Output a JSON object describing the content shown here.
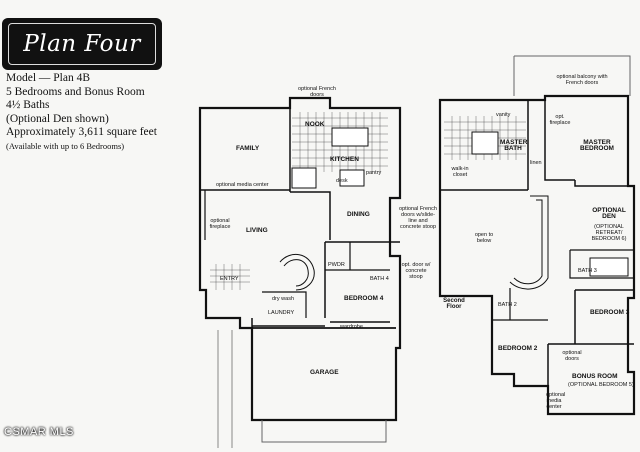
{
  "badge": {
    "title": "Plan Four"
  },
  "info": {
    "model": "Model — Plan 4B",
    "bedrooms": "5 Bedrooms and Bonus Room",
    "baths": "4½ Baths",
    "den": "(Optional Den shown)",
    "sqft": "Approximately 3,611 square feet",
    "available": "(Available with up to 6 Bedrooms)"
  },
  "first_floor": {
    "family": "FAMILY",
    "nook": "NOOK",
    "kitchen": "KITCHEN",
    "living": "LIVING",
    "dining": "DINING",
    "bedroom4": "BEDROOM 4",
    "bath4": "BATH 4",
    "garage": "GARAGE",
    "pwdr": "PWDR",
    "laundry": "LAUNDRY",
    "entry": "ENTRY",
    "pantry": "pantry",
    "desk": "desk",
    "wardrobe": "wardrobe",
    "opt_french_doors": "optional French doors",
    "opt_media_center": "optional media center",
    "opt_fireplace": "optional fireplace",
    "opt_french_doors_stoop": "optional French doors w/slide-line and concrete stoop",
    "opt_door_stoop": "opt. door w/ concrete stoop",
    "dry_wash": "dry wash"
  },
  "second_floor": {
    "label": "Second Floor",
    "master_bath": "MASTER BATH",
    "master_bedroom": "MASTER BEDROOM",
    "optional_den": "OPTIONAL DEN",
    "den_note": "(OPTIONAL RETREAT/ BEDROOM 6)",
    "open_below": "open to below",
    "walk_in_closet": "walk-in closet",
    "bedroom2": "BEDROOM 2",
    "bedroom3": "BEDROOM 3",
    "bath2": "BATH 2",
    "bath3": "BATH 3",
    "bonus_room": "BONUS ROOM",
    "bonus_note": "(OPTIONAL BEDROOM 5)",
    "opt_balcony": "optional balcony with French doors",
    "opt_fireplace": "opt. fireplace",
    "opt_doors": "optional doors",
    "opt_media": "optional media center",
    "linen": "linen",
    "vanity": "vanity"
  },
  "watermark": "CSMAR MLS"
}
